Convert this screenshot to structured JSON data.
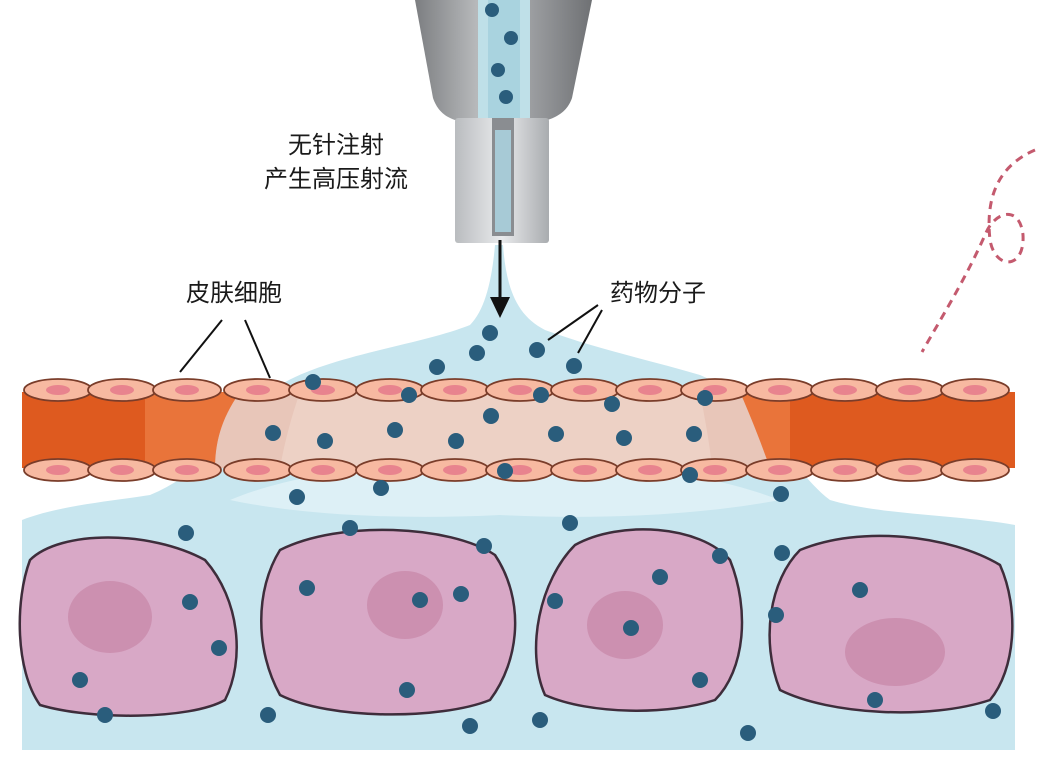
{
  "labels": {
    "injection_line1": "无针注射",
    "injection_line2": "产生高压射流",
    "skin_cells": "皮肤细胞",
    "drug_molecules": "药物分子"
  },
  "colors": {
    "fluid": "#c8e6ef",
    "fluid_light": "#e2f3f8",
    "dermis_orange": "#de5a1f",
    "skin_cell_fill": "#f7b9a1",
    "skin_cell_nucleus": "#e8838e",
    "tissue_cell_fill": "#d8a8c6",
    "tissue_cell_nucleus": "#c98aaa",
    "molecule": "#2a5d7c",
    "device_gray": "#9a9c9f",
    "trajectory_dash": "#c45a6e"
  },
  "icons": [
    "injector-device-icon",
    "drug-molecule-icon",
    "skin-cell-icon",
    "tissue-cell-icon",
    "jet-arrow-icon"
  ]
}
